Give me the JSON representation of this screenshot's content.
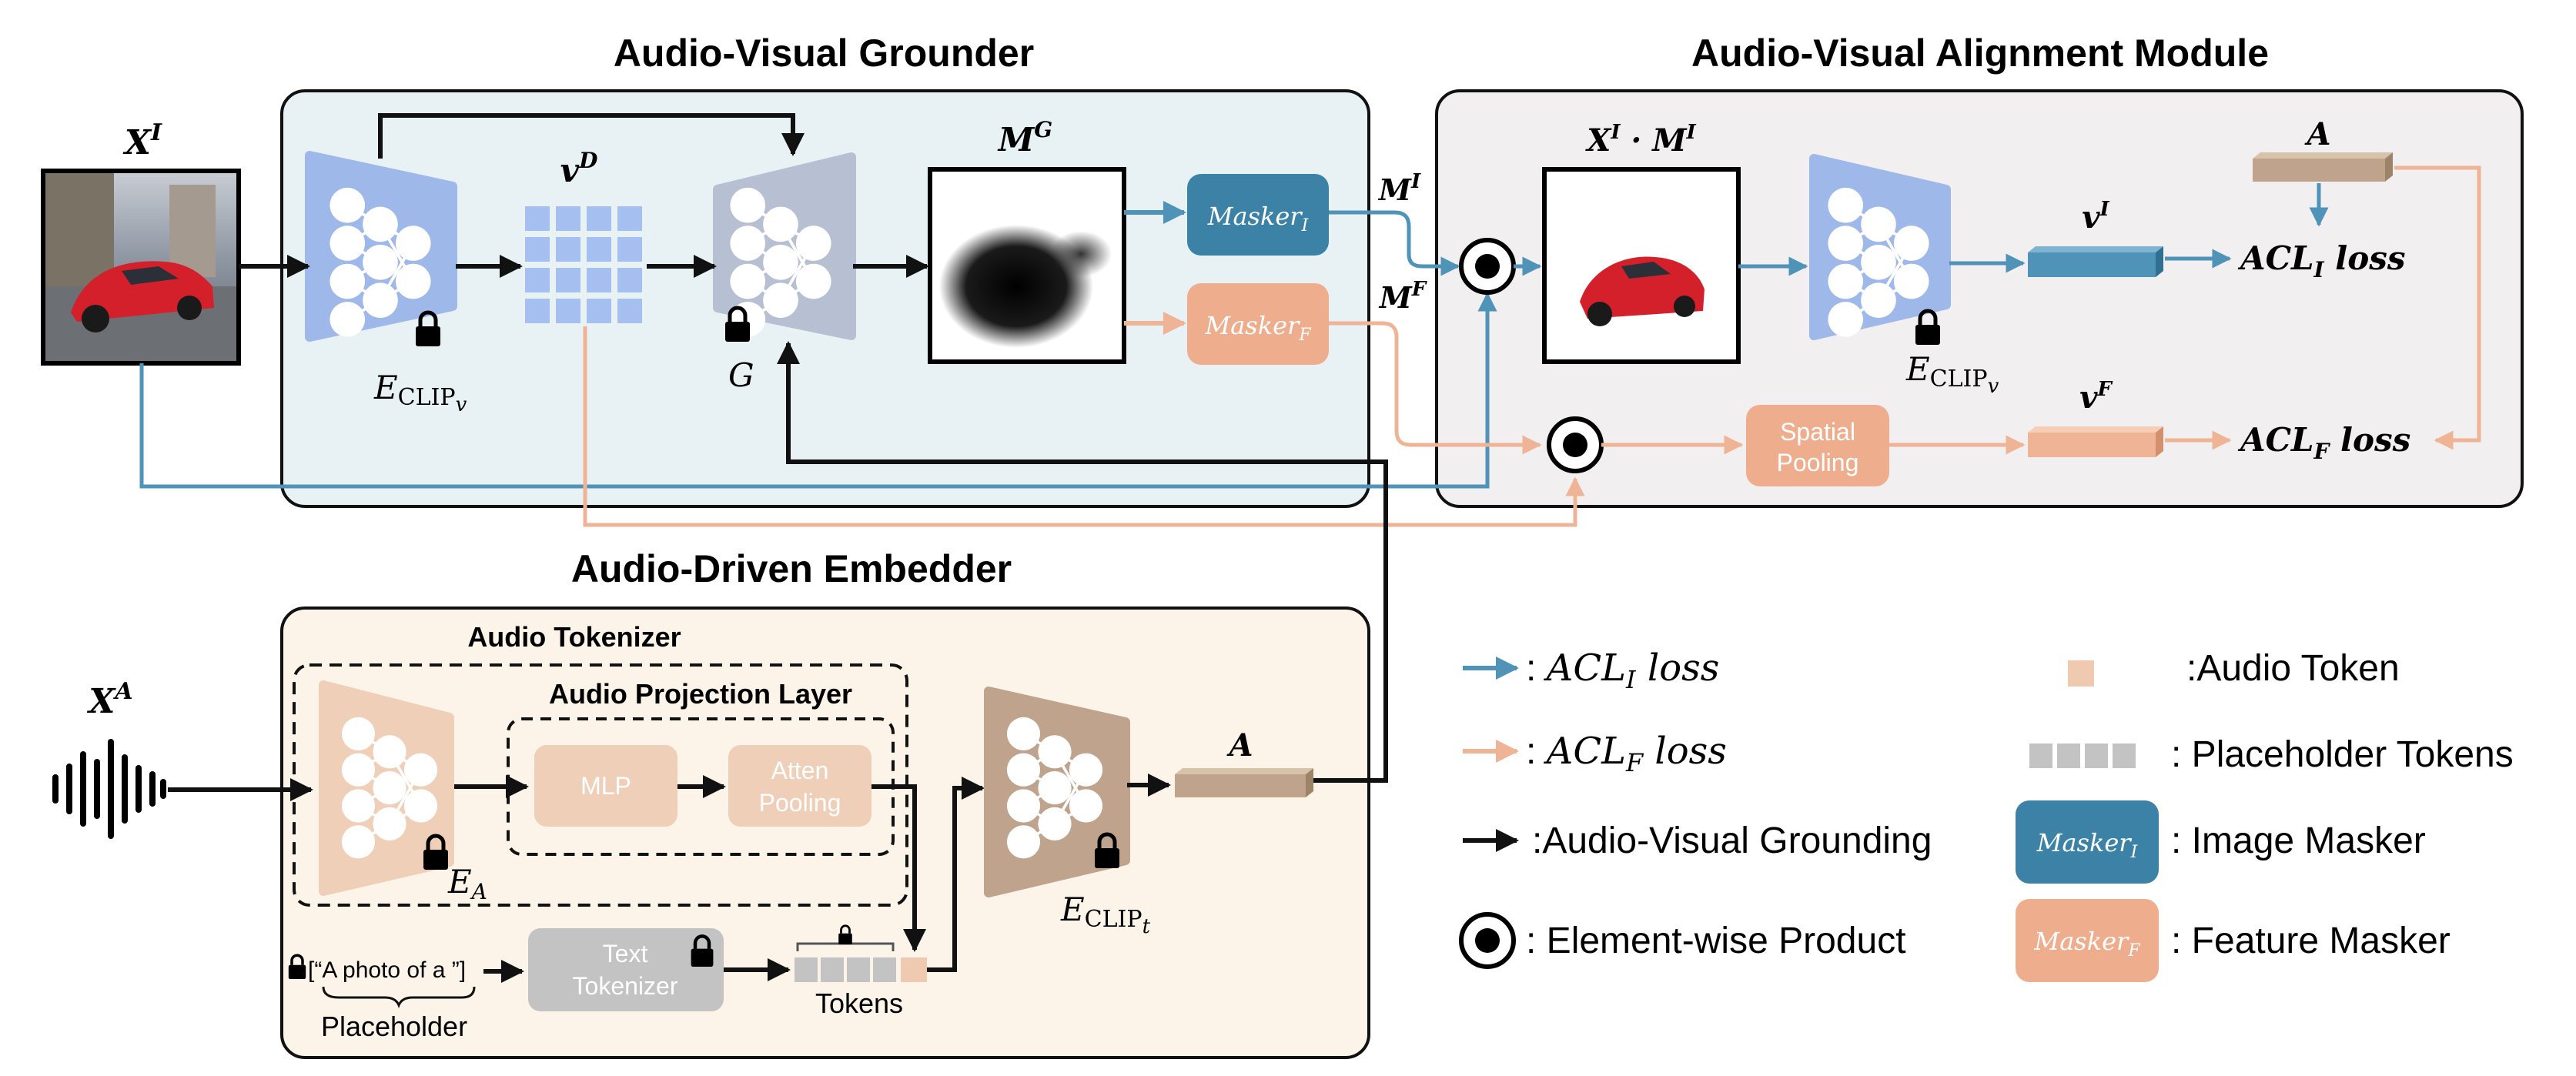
{
  "titles": {
    "grounder": "Audio-Visual Grounder",
    "alignment": "Audio-Visual Alignment Module",
    "embedder": "Audio-Driven Embedder",
    "tokenizer": "Audio Tokenizer",
    "projection": "Audio Projection Layer"
  },
  "symbols": {
    "x_image": "X",
    "x_image_sup": "I",
    "x_audio": "X",
    "x_audio_sup": "A",
    "v_dense": "v",
    "v_dense_sup": "D",
    "m_ground": "M",
    "m_ground_sup": "G",
    "m_image": "M",
    "m_image_sup": "I",
    "m_feature": "M",
    "m_feature_sup": "F",
    "masked_image": "X",
    "masked_image_sup": "I",
    "masked_image_dot": " · M",
    "masked_image_sup2": "I",
    "a_token": "A",
    "a_token_bottom": "A",
    "v_image": "v",
    "v_image_sup": "I",
    "v_feature": "v",
    "v_feature_sup": "F",
    "acl_i": "ACL",
    "acl_i_sub": "I",
    "acl_i_suffix": " loss",
    "acl_f": "ACL",
    "acl_f_sub": "F",
    "acl_f_suffix": " loss",
    "e_clip_v": "E",
    "e_clip_v_sub": "CLIP",
    "e_clip_v_subsub": "v",
    "e_clip_v2": "E",
    "e_clip_v2_sub": "CLIP",
    "e_clip_v2_subsub": "v",
    "g": "G",
    "e_a": "E",
    "e_a_sub": "A",
    "e_clip_t": "E",
    "e_clip_t_sub": "CLIP",
    "e_clip_t_subsub": "t"
  },
  "blocks": {
    "masker_i": "Masker",
    "masker_i_sub": "I",
    "masker_f": "Masker",
    "masker_f_sub": "F",
    "spatial_pooling_1": "Spatial",
    "spatial_pooling_2": "Pooling",
    "mlp": "MLP",
    "atten_pooling_1": "Atten",
    "atten_pooling_2": "Pooling",
    "text_tokenizer_1": "Text",
    "text_tokenizer_2": "Tokenizer",
    "prompt": "[“A photo of a ”]",
    "placeholder": "Placeholder",
    "tokens": "Tokens"
  },
  "legend": {
    "acl_i_prefix": ": ",
    "acl_i": "ACL",
    "acl_i_sub": "I",
    "acl_i_suffix": " loss",
    "acl_f_prefix": ": ",
    "acl_f": "ACL",
    "acl_f_sub": "F",
    "acl_f_suffix": " loss",
    "grounding": ":Audio-Visual Grounding",
    "product": ": Element-wise Product",
    "audio_token": ":Audio Token",
    "placeholder_tokens": ": Placeholder Tokens",
    "image_masker": ": Image Masker",
    "feature_masker": ": Feature Masker",
    "masker_i": "Masker",
    "masker_i_sub": "I",
    "masker_f": "Masker",
    "masker_f_sub": "F"
  },
  "colors": {
    "grounder_bg": "#e8f1f3",
    "alignment_bg": "#f1efef",
    "embedder_bg": "#fcf3e9",
    "blue_arrow": "#4f93b9",
    "orange_arrow": "#efb495",
    "image_masker": "#3b82a6",
    "feature_masker": "#eeae8d",
    "visual_encoder": "#9fb8ea",
    "generator": "#b7c0d2",
    "audio_encoder": "#efcfb8",
    "text_encoder": "#bfa38c",
    "audio_token": "#efc9b0",
    "placeholder_token": "#c3c3c3"
  }
}
